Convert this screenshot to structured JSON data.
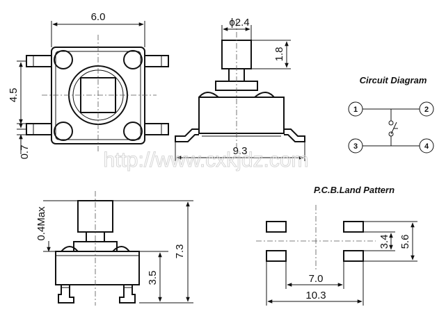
{
  "watermark": "http://www.cxkjdz.com",
  "top_view": {
    "width_dim": "6.0",
    "pin_spacing_dim": "4.5",
    "pin_width_dim": "0.7"
  },
  "side_view": {
    "actuator_dia_dim": "ϕ2.4",
    "actuator_height_dim": "1.8",
    "total_width_dim": "9.3"
  },
  "circuit": {
    "title": "Circuit Diagram",
    "pins": [
      "1",
      "2",
      "3",
      "4"
    ]
  },
  "front_view": {
    "stroke_dim": "0.4Max",
    "total_height_dim": "7.3",
    "body_height_dim": "3.5"
  },
  "pcb": {
    "title": "P.C.B.Land Pattern",
    "inner_pitch_dim": "3.4",
    "outer_pitch_dim": "5.6",
    "inner_span_dim": "7.0",
    "outer_span_dim": "10.3"
  }
}
